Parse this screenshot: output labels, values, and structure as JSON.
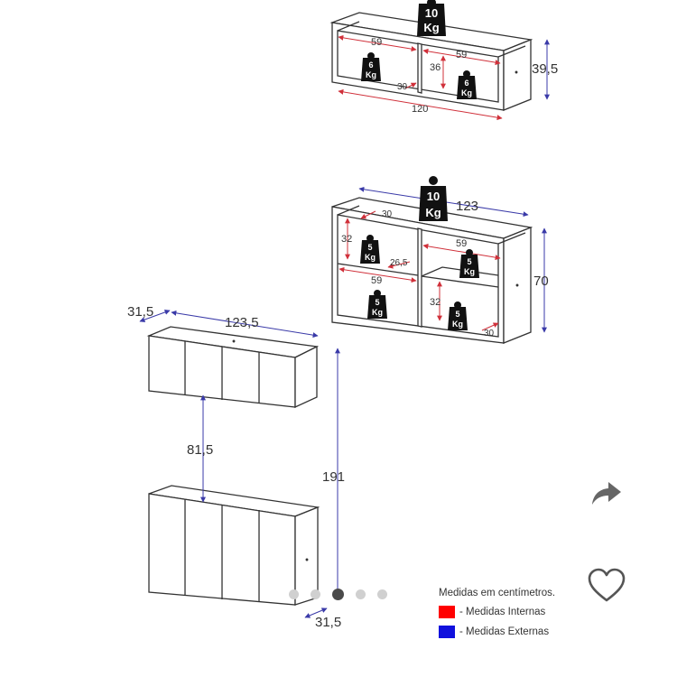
{
  "diagram": {
    "shelf_top": {
      "load_main": {
        "num": "10",
        "unit": "Kg"
      },
      "load_left": {
        "num": "6",
        "unit": "Kg"
      },
      "load_right": {
        "num": "6",
        "unit": "Kg"
      },
      "dims": {
        "w_left": "59",
        "w_right": "59",
        "h_inner": "36",
        "depth": "30",
        "width": "120",
        "height": "39,5"
      }
    },
    "shelf_mid": {
      "load_main": {
        "num": "10",
        "unit": "Kg"
      },
      "load_ul": {
        "num": "5",
        "unit": "Kg"
      },
      "load_ur": {
        "num": "5",
        "unit": "Kg"
      },
      "load_ll": {
        "num": "5",
        "unit": "Kg"
      },
      "load_lr": {
        "num": "5",
        "unit": "Kg"
      },
      "dims": {
        "width": "123",
        "depth_top": "30",
        "h_upper": "32",
        "inner_depth": "26,5",
        "w_right": "59",
        "w_left": "59",
        "h_lower": "32",
        "depth_bottom": "30",
        "height": "70"
      }
    },
    "cabinets": {
      "dims": {
        "depth_top": "31,5",
        "width": "123,5",
        "gap": "81,5",
        "total_height": "191",
        "depth_bottom": "31,5"
      }
    }
  },
  "legend": {
    "title": "Medidas em centímetros.",
    "internal": "- Medidas Internas",
    "external": "- Medidas Externas",
    "internal_color": "#ff0000",
    "external_color": "#1010dd"
  },
  "carousel": {
    "count": 5,
    "active": 3
  },
  "actions": {
    "share_icon": "share-arrow-icon",
    "favorite_icon": "heart-outline-icon"
  },
  "colors": {
    "red_dim": "#d0303a",
    "blue_dim": "#3a3aa8",
    "line": "#333333"
  }
}
